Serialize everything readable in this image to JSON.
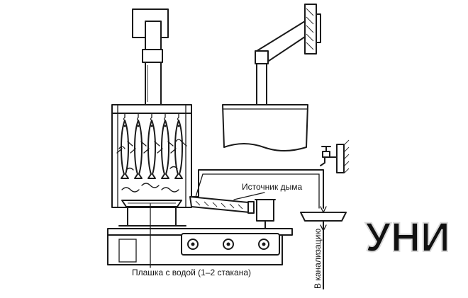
{
  "labels": {
    "smoke_source": "Источник дыма",
    "water_dish": "Плашка с водой (1–2 стакана)",
    "to_sewer": "В канализацию"
  },
  "watermark": "УНИ",
  "colors": {
    "ink": "#1a1a1a",
    "background": "#ffffff",
    "watermark": "#d9d9d9"
  },
  "parts": {
    "fish_count": 5
  }
}
